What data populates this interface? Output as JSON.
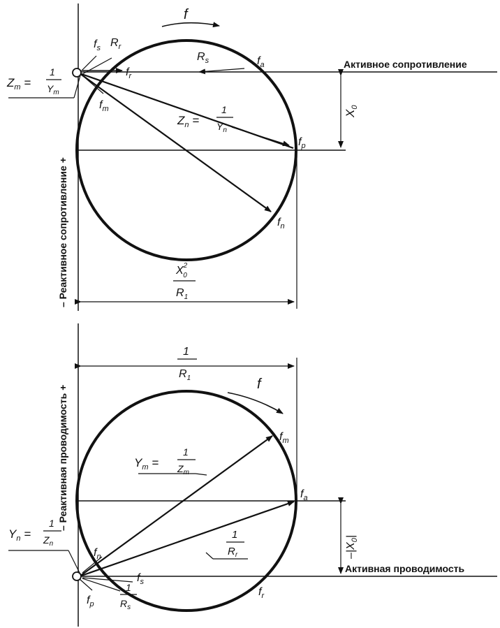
{
  "top": {
    "axis_label": "Активное сопротивление",
    "side_label": "– Реактивное сопротивление +",
    "f_arrow": "f",
    "fs": "f",
    "fs_sub": "s",
    "Rr": "R",
    "Rr_sub": "r",
    "fr": "f",
    "fr_sub": "r",
    "Rs": "R",
    "Rs_sub": "s",
    "fa": "f",
    "fa_sub": "a",
    "fm": "f",
    "fm_sub": "m",
    "fp": "f",
    "fp_sub": "p",
    "fn": "f",
    "fn_sub": "n",
    "x0": "X",
    "x0_sub": "0",
    "zm_lhs": "Z",
    "zm_sub": "m",
    "zm_num": "1",
    "zm_den": "Y",
    "zm_den_sub": "m",
    "zn_lhs": "Z",
    "zn_sub": "n",
    "zn_num": "1",
    "zn_den": "Y",
    "zn_den_sub": "n",
    "dim_num": "X",
    "dim_num_sub": "0",
    "dim_num_sup": "2",
    "dim_den": "R",
    "dim_den_sub": "1"
  },
  "bottom": {
    "axis_label": "Активная проводимость",
    "side_label": "– Реактивная проводимость +",
    "f_arrow": "f",
    "dim_num": "1",
    "dim_den": "R",
    "dim_den_sub": "1",
    "fm": "f",
    "fm_sub": "m",
    "fa": "f",
    "fa_sub": "a",
    "fn": "f",
    "fn_sub": "n",
    "fp": "f",
    "fp_sub": "p",
    "fs": "f",
    "fs_sub": "s",
    "fr": "f",
    "fr_sub": "r",
    "ym_lhs": "Y",
    "ym_sub": "m",
    "ym_num": "1",
    "ym_den": "Z",
    "ym_den_sub": "m",
    "yn_lhs": "Y",
    "yn_sub": "n",
    "yn_num": "1",
    "yn_den": "Z",
    "yn_den_sub": "n",
    "rr_num": "1",
    "rr_den": "R",
    "rr_den_sub": "r",
    "rs_num": "1",
    "rs_den": "R",
    "rs_den_sub": "s",
    "x0_label": "–|X",
    "x0_sub": "0",
    "x0_close": "|"
  },
  "colors": {
    "ink": "#111111",
    "background": "#ffffff"
  }
}
